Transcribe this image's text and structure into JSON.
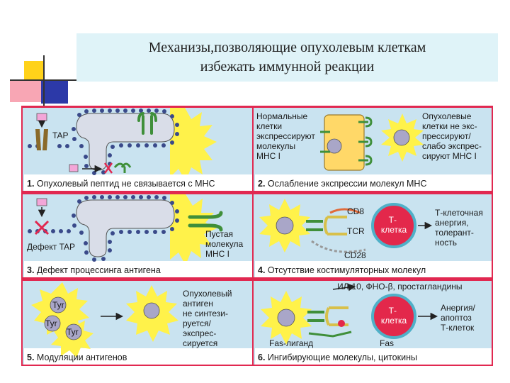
{
  "title": {
    "line1": "Механизы,позволяющие опухолевым клеткам",
    "line2": "избежать иммунной реакции"
  },
  "colors": {
    "panel_bg": "#c9e3f0",
    "tumor_cell": "#fff24a",
    "nucleus": "#a9a6c8",
    "er": "#d9dde8",
    "mhc": "#5fc25a",
    "t_cell": "#e3284b",
    "title_bg": "#dff3f8"
  },
  "panels": [
    {
      "number": "1.",
      "caption": "Опухолевый пептид не связывается с МНС",
      "labels": [
        "TAP"
      ]
    },
    {
      "number": "2.",
      "caption": "Ослабление экспрессии молекул МНС",
      "left_note": [
        "Нормальные",
        "клетки",
        "экспрессируют",
        "молекулы",
        "МНС I"
      ],
      "right_note": [
        "Опухолевые",
        "клетки не экс-",
        "прессируют/",
        "слабо экспрес-",
        "сируют МНС I"
      ]
    },
    {
      "number": "3.",
      "caption": "Дефект процессинга антигена",
      "labels": [
        "Дефект TAP"
      ],
      "note": [
        "Пустая",
        "молекула",
        "МНС I"
      ]
    },
    {
      "number": "4.",
      "caption": "Отсутствие костимуляторных молекул",
      "labels": [
        "CD8",
        "TCR",
        "CD28"
      ],
      "t_cell": [
        "Т-",
        "клетка"
      ],
      "note": [
        "Т-клеточная",
        "анергия,",
        "толерант-",
        "ность"
      ]
    },
    {
      "number": "5.",
      "caption": "Модуляции антигенов",
      "tyr": [
        "Tyr",
        "Tyr",
        "Tyr"
      ],
      "note": [
        "Опухолевый",
        "антиген",
        "не синтези-",
        "руется/",
        "экспрес-",
        "сируется"
      ]
    },
    {
      "number": "6.",
      "caption": "Ингибирующие молекулы, цитокины",
      "top_label": "ИЛ-10, ФНО-β, простагландины",
      "labels": [
        "Fas-лиганд",
        "Fas"
      ],
      "t_cell": [
        "Т-",
        "клетка"
      ],
      "note": [
        "Анергия/",
        "апоптоз",
        "Т-клеток"
      ]
    }
  ]
}
